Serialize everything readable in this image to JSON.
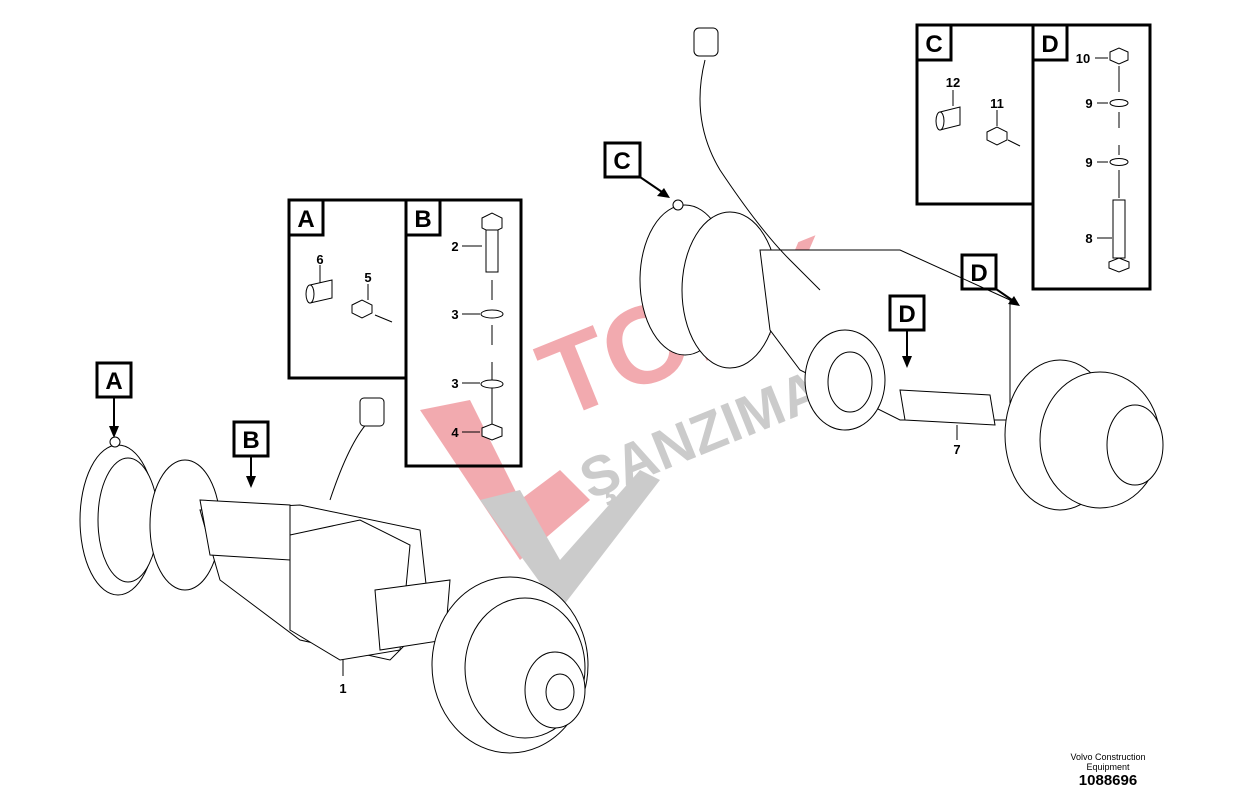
{
  "diagram": {
    "detail_boxes": [
      {
        "id": "A",
        "parts": [
          "6",
          "5"
        ]
      },
      {
        "id": "B",
        "parts": [
          "2",
          "3",
          "3",
          "4"
        ]
      },
      {
        "id": "C",
        "parts": [
          "12",
          "11"
        ]
      },
      {
        "id": "D",
        "parts": [
          "10",
          "9",
          "9",
          "8"
        ]
      }
    ],
    "callouts": [
      "A",
      "B",
      "C",
      "D",
      "D"
    ],
    "part_numbers": {
      "front_axle": "1",
      "rear_axle": "7"
    },
    "watermark": {
      "line1": "TORK",
      "line2": "ŞANZIMAN",
      "red": "#e8646e",
      "grey": "#a0a0a0"
    }
  },
  "footer": {
    "company_line1": "Volvo Construction",
    "company_line2": "Equipment",
    "drawing_number": "1088696"
  }
}
